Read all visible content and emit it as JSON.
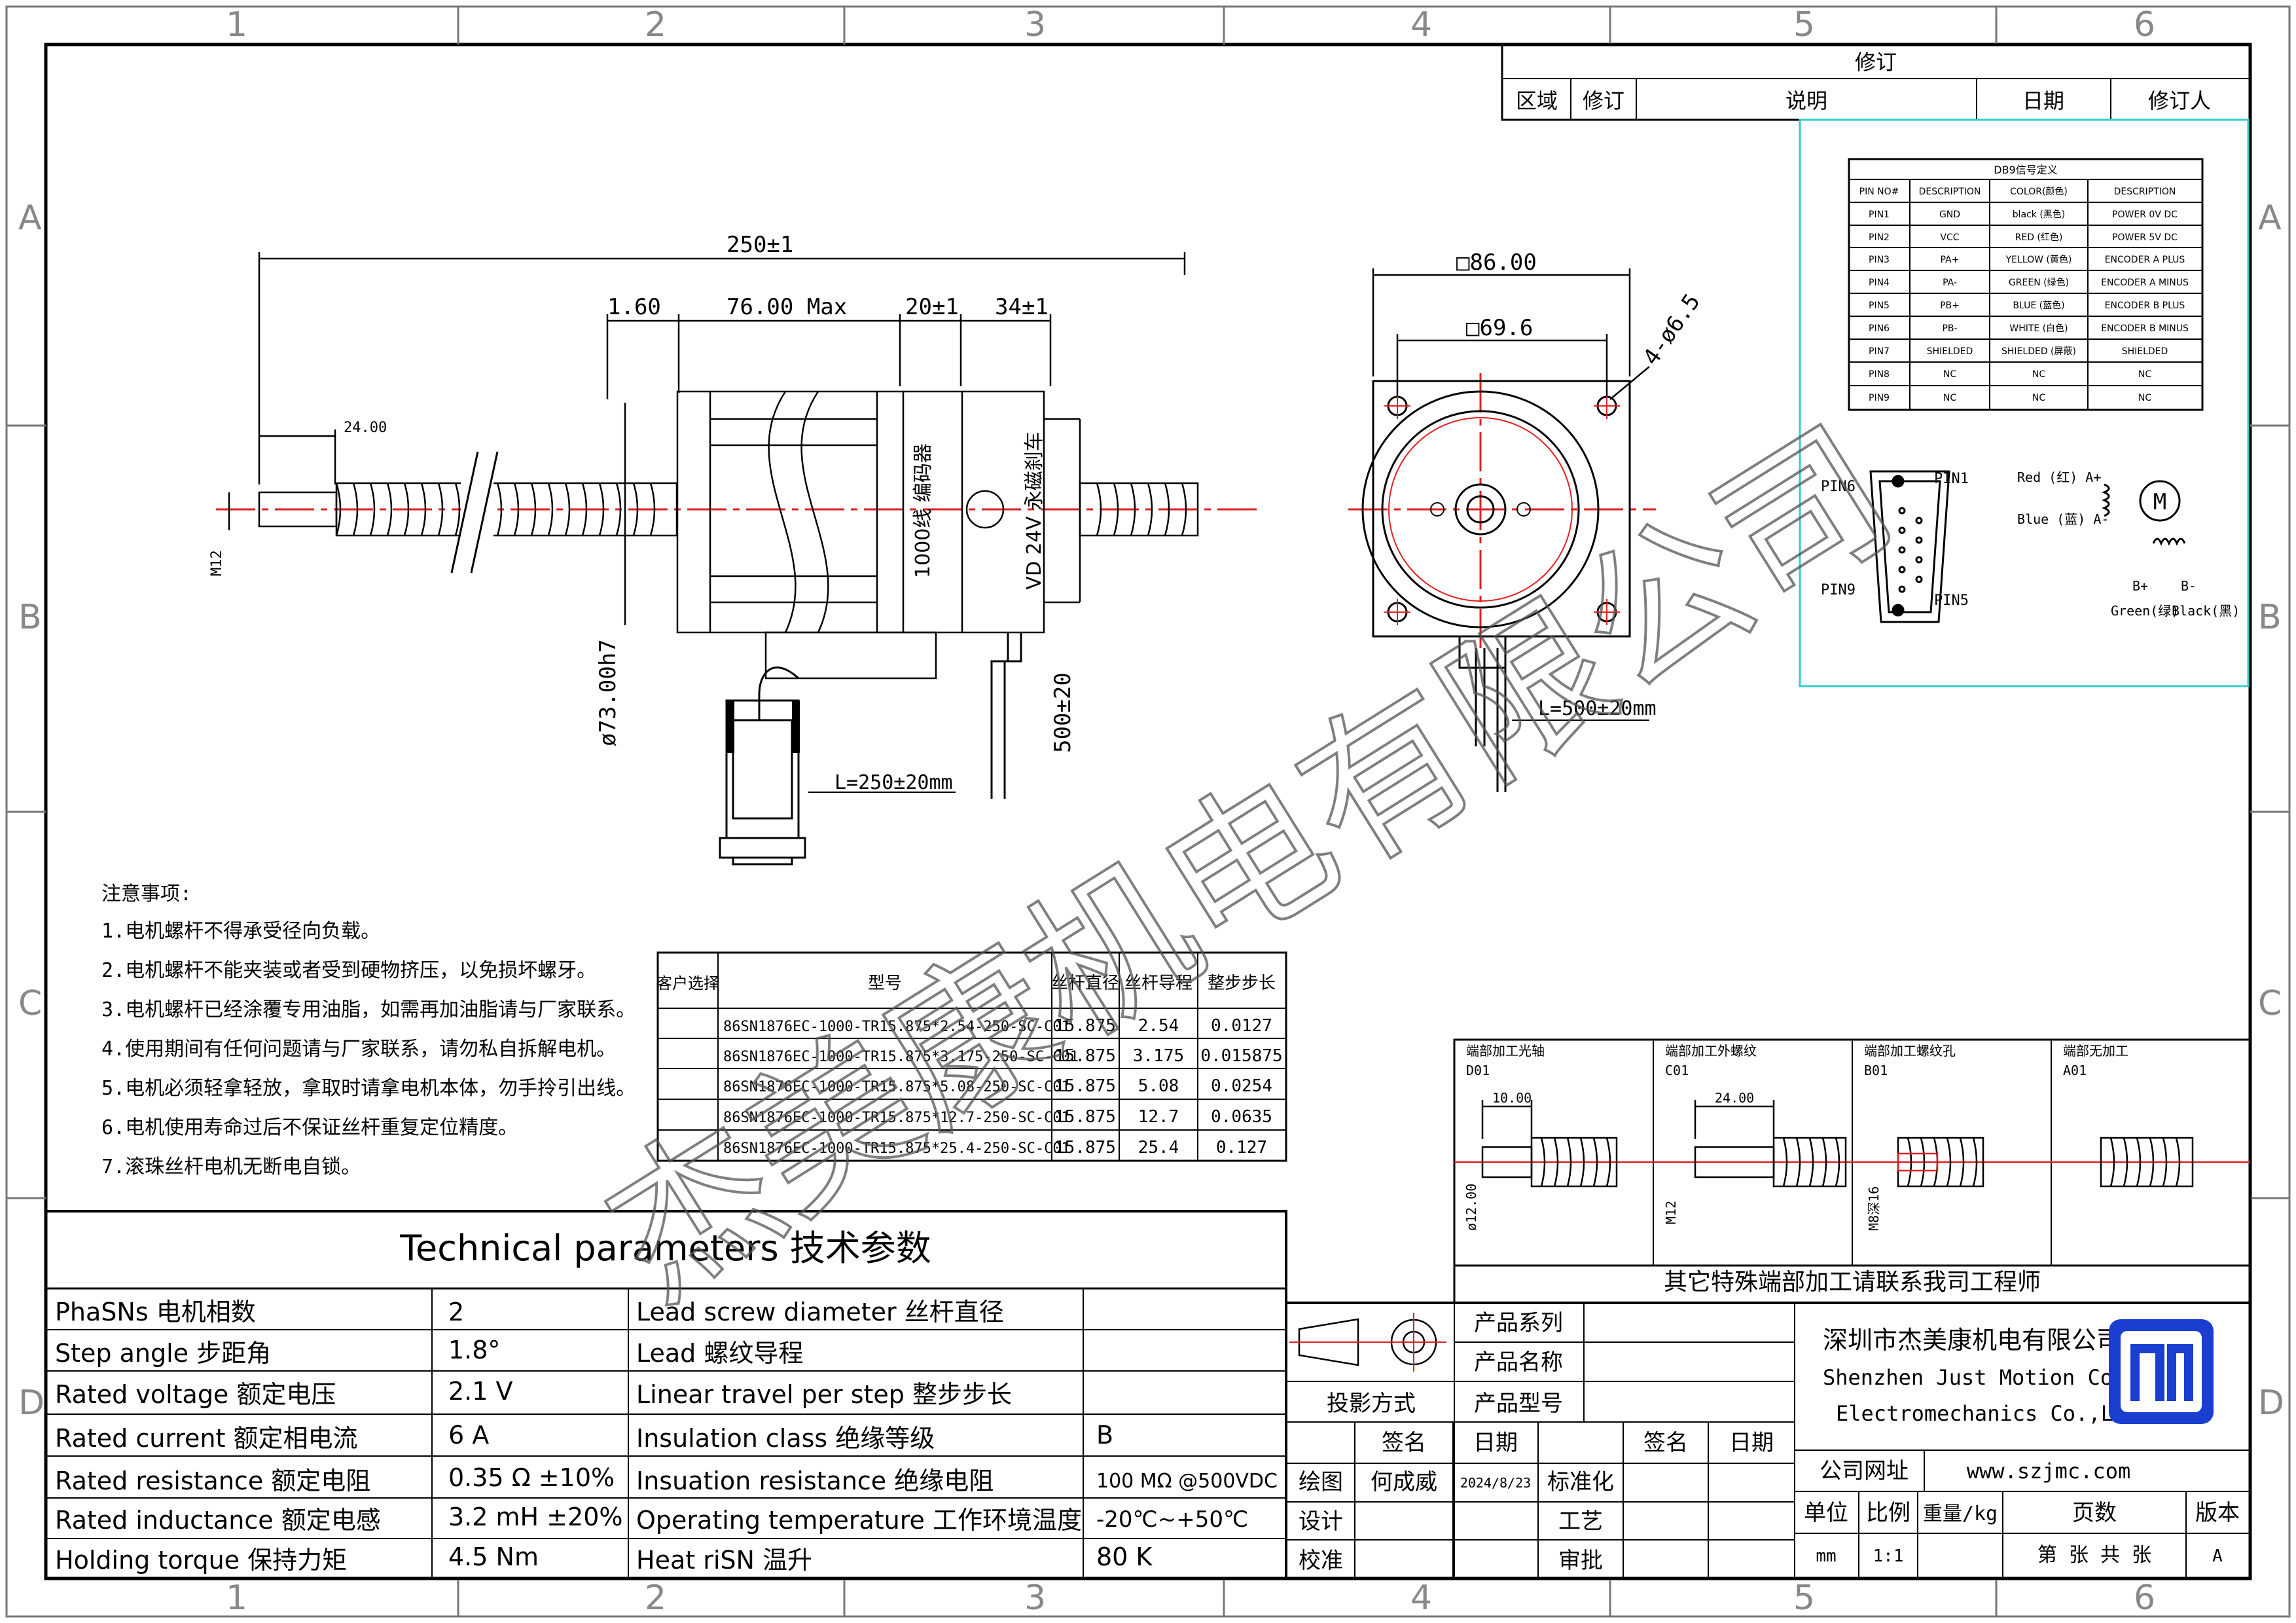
{
  "frame": {
    "columns": [
      "1",
      "2",
      "3",
      "4",
      "5",
      "6"
    ],
    "rows": [
      "A",
      "B",
      "C",
      "D"
    ]
  },
  "revision": {
    "title": "修订",
    "headers": [
      "区域",
      "修订",
      "说明",
      "日期",
      "修订人"
    ]
  },
  "db9": {
    "title": "DB9信号定义",
    "headers": [
      "PIN NO#",
      "DESCRIPTION",
      "COLOR(颜色)",
      "DESCRIPTION"
    ],
    "rows": [
      [
        "PIN1",
        "GND",
        "black (黑色)",
        "POWER 0V DC"
      ],
      [
        "PIN2",
        "VCC",
        "RED (红色)",
        "POWER 5V DC"
      ],
      [
        "PIN3",
        "PA+",
        "YELLOW (黄色)",
        "ENCODER A PLUS"
      ],
      [
        "PIN4",
        "PA-",
        "GREEN (绿色)",
        "ENCODER A MINUS"
      ],
      [
        "PIN5",
        "PB+",
        "BLUE (蓝色)",
        "ENCODER B PLUS"
      ],
      [
        "PIN6",
        "PB-",
        "WHITE (白色)",
        "ENCODER B MINUS"
      ],
      [
        "PIN7",
        "SHIELDED",
        "SHIELDED (屏蔽)",
        "SHIELDED"
      ],
      [
        "PIN8",
        "NC",
        "NC",
        "NC"
      ],
      [
        "PIN9",
        "NC",
        "NC",
        "NC"
      ]
    ],
    "connector": {
      "pin6": "PIN6",
      "pin1": "PIN1",
      "pin9": "PIN9",
      "pin5": "PIN5"
    },
    "wiring": {
      "red": "Red (红) A+",
      "blue": "Blue (蓝) A-",
      "motor": "M",
      "bplus": "B+",
      "bminus": "B-",
      "green": "Green(绿)",
      "black": "Black(黑)"
    }
  },
  "side_view": {
    "overall": "250±1",
    "d1": "1.60",
    "d2": "76.00 Max",
    "d3": "20±1",
    "d4": "34±1",
    "thread_len": "24.00",
    "thread": "M12",
    "diameter": "ø73.00h7",
    "cable_len": "500±20",
    "encoder_cable": "L=250±20mm",
    "encoder_label": "1000线 编码器",
    "brake_label": "VD 24V 永磁刹车"
  },
  "front_view": {
    "size": "□86.00",
    "bolt": "□69.6",
    "holes": "4-ø6.5",
    "cable": "L=500±20mm"
  },
  "notes": {
    "title": "注意事项:",
    "items": [
      "1.电机螺杆不得承受径向负载。",
      "2.电机螺杆不能夹装或者受到硬物挤压，以免损坏螺牙。",
      "3.电机螺杆已经涂覆专用油脂，如需再加油脂请与厂家联系。",
      "4.使用期间有任何问题请与厂家联系，请勿私自拆解电机。",
      "5.电机必须轻拿轻放，拿取时请拿电机本体，勿手拎引出线。",
      "6.电机使用寿命过后不保证丝杆重复定位精度。",
      "7.滚珠丝杆电机无断电自锁。"
    ]
  },
  "model_table": {
    "headers": [
      "客户选择",
      "型号",
      "丝杆直径",
      "丝杆导程",
      "整步步长"
    ],
    "rows": [
      [
        "",
        "86SN1876EC-1000-TR15.875*2.54-250-SC-C01",
        "15.875",
        "2.54",
        "0.0127"
      ],
      [
        "",
        "86SN1876EC-1000-TR15.875*3.175-250-SC-C01",
        "15.875",
        "3.175",
        "0.015875"
      ],
      [
        "",
        "86SN1876EC-1000-TR15.875*5.08-250-SC-C01",
        "15.875",
        "5.08",
        "0.0254"
      ],
      [
        "",
        "86SN1876EC-1000-TR15.875*12.7-250-SC-C01",
        "15.875",
        "12.7",
        "0.0635"
      ],
      [
        "",
        "86SN1876EC-1000-TR15.875*25.4-250-SC-C01",
        "15.875",
        "25.4",
        "0.127"
      ]
    ]
  },
  "ends": {
    "panels": [
      {
        "title": "端部加工光轴",
        "code": "D01",
        "dim": "10.00",
        "vdim": "ø12.00"
      },
      {
        "title": "端部加工外螺纹",
        "code": "C01",
        "dim": "24.00",
        "vdim": "M12"
      },
      {
        "title": "端部加工螺纹孔",
        "code": "B01",
        "dim": "",
        "vdim": "M8深16"
      },
      {
        "title": "端部无加工",
        "code": "A01",
        "dim": "",
        "vdim": ""
      }
    ],
    "footer": "其它特殊端部加工请联系我司工程师"
  },
  "tech": {
    "title": "Technical parameters 技术参数",
    "rows": [
      [
        "PhaSNs 电机相数",
        "2",
        "Lead screw diameter 丝杆直径",
        ""
      ],
      [
        "Step angle 步距角",
        "1.8°",
        "Lead 螺纹导程",
        ""
      ],
      [
        "Rated voltage 额定电压",
        "2.1 V",
        "Linear travel per step 整步步长",
        ""
      ],
      [
        "Rated current 额定相电流",
        "6 A",
        "Insulation class 绝缘等级",
        "B"
      ],
      [
        "Rated resistance 额定电阻",
        "0.35 Ω ±10%",
        "Insuation resistance 绝缘电阻",
        "100 MΩ @500VDC"
      ],
      [
        "Rated inductance 额定电感",
        "3.2 mH ±20%",
        "Operating temperature 工作环境温度",
        "-20℃~+50℃"
      ],
      [
        "Holding torque 保持力矩",
        "4.5 Nm",
        "Heat riSN 温升",
        "80 K"
      ]
    ]
  },
  "title_block": {
    "projection": "投影方式",
    "series": "产品系列",
    "name": "产品名称",
    "model": "产品型号",
    "sign": "签名",
    "date": "日期",
    "draw": "绘图",
    "drawer": "何成威",
    "draw_date": "2024/8/23",
    "design": "设计",
    "check": "校准",
    "std": "标准化",
    "craft": "工艺",
    "approve": "审批",
    "sign2": "签名",
    "date2": "日期",
    "company_cn": "深圳市杰美康机电有限公司",
    "company_en1": "Shenzhen Just Motion Control",
    "company_en2": "Electromechanics Co.,LTD",
    "website_label": "公司网址",
    "website": "www.szjmc.com",
    "unit_label": "单位",
    "scale_label": "比例",
    "weight_label": "重量/kg",
    "pages_label": "页数",
    "version_label": "版本",
    "unit": "mm",
    "scale": "1:1",
    "weight": "",
    "pages": "第 张 共 张",
    "version": "A"
  },
  "watermark": "杰美康机电有限公司",
  "colors": {
    "center_line": "#e02020",
    "cyan_box": "#33cccc",
    "logo": "#1a3fd0"
  }
}
